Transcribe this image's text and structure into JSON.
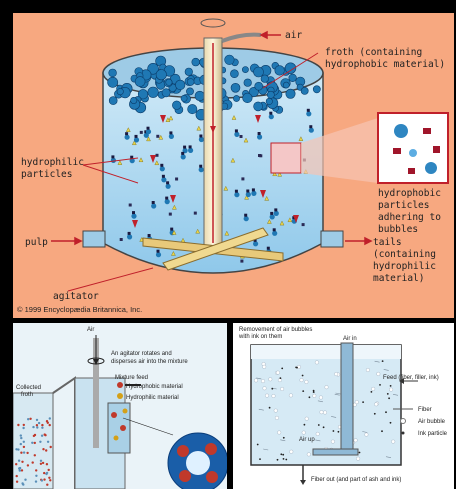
{
  "top_panel": {
    "labels": {
      "air": "air",
      "froth_line1": "froth (containing",
      "froth_line2": "hydrophobic material)",
      "hydrophilic_line1": "hydrophilic",
      "hydrophilic_line2": "particles",
      "hydrophobic_line1": "hydrophobic",
      "hydrophobic_line2": "particles",
      "hydrophobic_line3": "adhering to",
      "hydrophobic_line4": "bubbles",
      "pulp": "pulp",
      "tails_line1": "tails",
      "tails_line2": "(containing",
      "tails_line3": "hydrophilic",
      "tails_line4": "material)",
      "agitator": "agitator"
    },
    "copyright": "© 1999 Encyclopædia Britannica, Inc."
  },
  "bottom_left_panel": {
    "labels": {
      "air": "Air",
      "agitator_line1": "An agitator rotates and",
      "agitator_line2": "disperses air into the mixture",
      "mixture_feed": "Mixture feed",
      "collected_froth_line1": "Collected",
      "collected_froth_line2": "froth",
      "hydrophobic_material": "Hydrophobic material",
      "hydrophilic_material": "Hydrophilic material"
    },
    "colors": {
      "hydrophobic": "#c0392b",
      "hydrophilic": "#d4a017"
    }
  },
  "bottom_right_panel": {
    "labels": {
      "removement_line1": "Removement of air bubbles",
      "removement_line2": "with ink on them",
      "air_in": "Air in",
      "feed": "Feed (fiber, filler, ink)",
      "air_up": "Air up",
      "fiber_out": "Fiber out (and part of ash and ink)"
    },
    "legend": [
      "Fiber",
      "Air bubble",
      "Ink particle"
    ]
  }
}
